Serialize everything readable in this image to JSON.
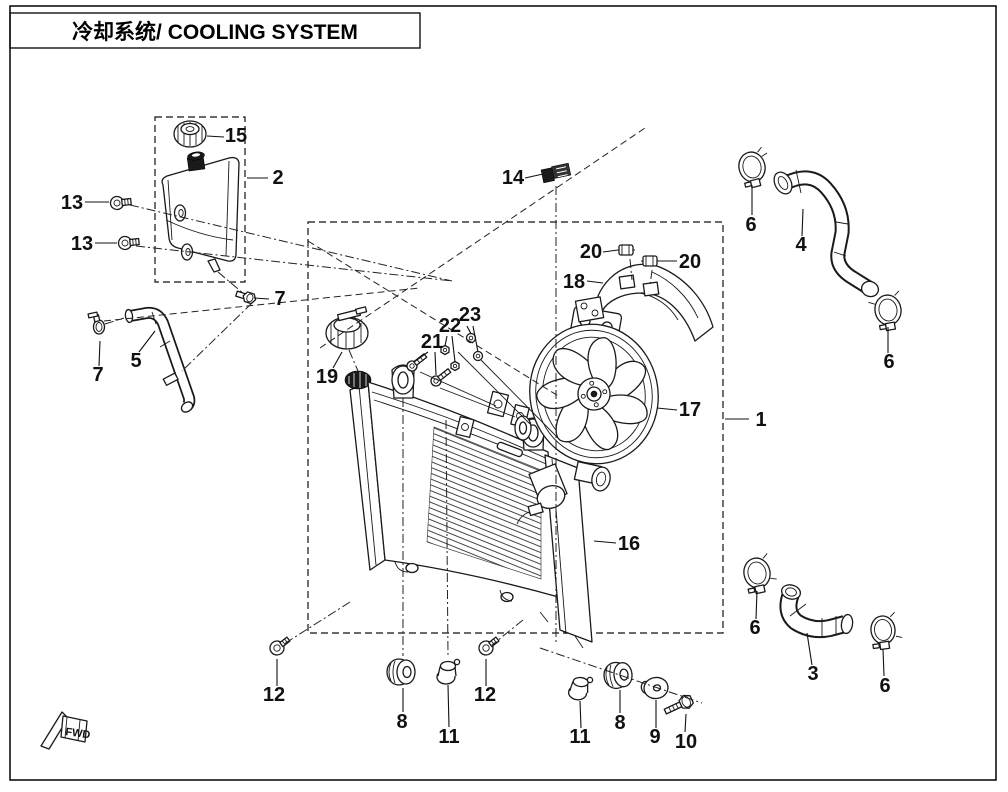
{
  "title": {
    "text": "冷却系统/ COOLING SYSTEM"
  },
  "fwd": {
    "text": "FWD"
  },
  "callouts": [
    {
      "text": "15"
    },
    {
      "text": "2"
    },
    {
      "text": "13"
    },
    {
      "text": "13"
    },
    {
      "text": "7"
    },
    {
      "text": "7"
    },
    {
      "text": "5"
    },
    {
      "text": "19"
    },
    {
      "text": "21"
    },
    {
      "text": "22"
    },
    {
      "text": "23"
    },
    {
      "text": "14"
    },
    {
      "text": "20"
    },
    {
      "text": "20"
    },
    {
      "text": "18"
    },
    {
      "text": "17"
    },
    {
      "text": "1"
    },
    {
      "text": "4"
    },
    {
      "text": "6"
    },
    {
      "text": "6"
    },
    {
      "text": "16"
    },
    {
      "text": "3"
    },
    {
      "text": "6"
    },
    {
      "text": "6"
    },
    {
      "text": "12"
    },
    {
      "text": "8"
    },
    {
      "text": "11"
    },
    {
      "text": "12"
    },
    {
      "text": "11"
    },
    {
      "text": "8"
    },
    {
      "text": "9"
    },
    {
      "text": "10"
    }
  ]
}
